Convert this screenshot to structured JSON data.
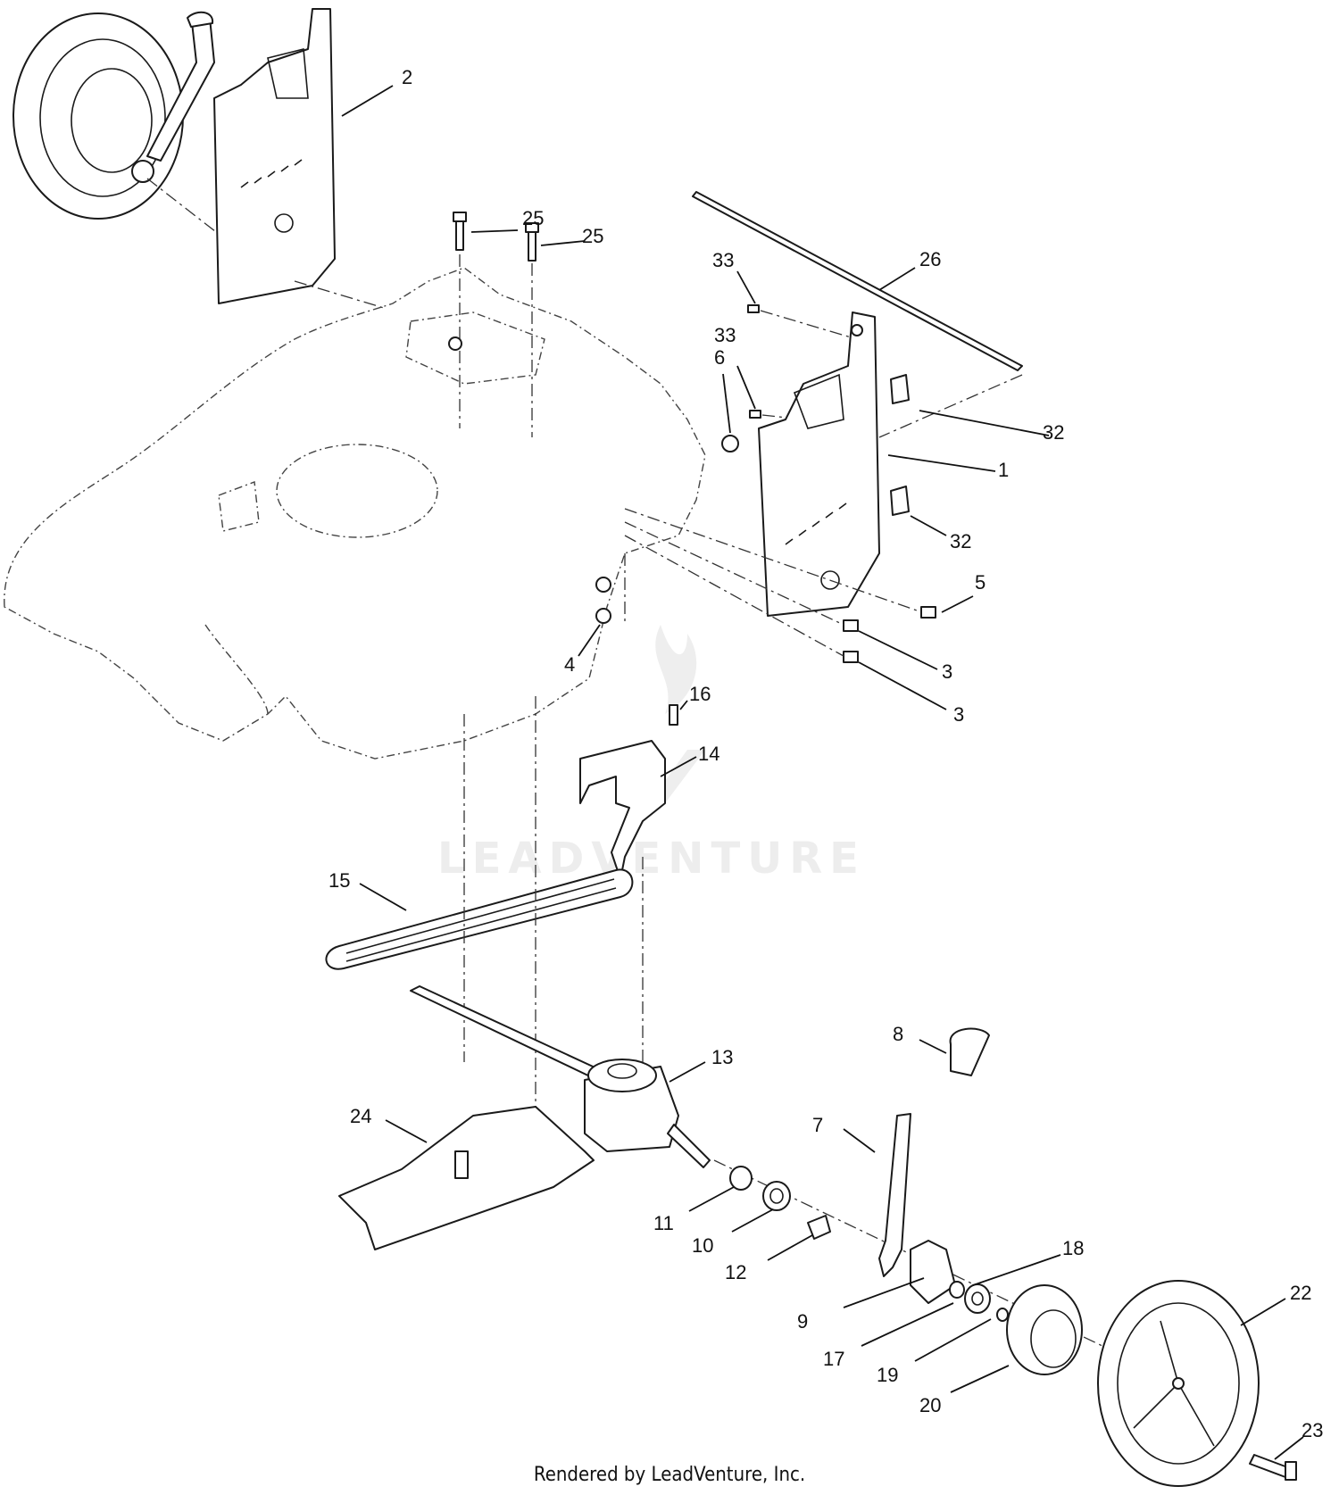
{
  "callouts": [
    {
      "label": "2"
    },
    {
      "label": "25"
    },
    {
      "label": "25"
    },
    {
      "label": "33"
    },
    {
      "label": "26"
    },
    {
      "label": "33"
    },
    {
      "label": "6"
    },
    {
      "label": "32"
    },
    {
      "label": "1"
    },
    {
      "label": "32"
    },
    {
      "label": "5"
    },
    {
      "label": "4"
    },
    {
      "label": "3"
    },
    {
      "label": "3"
    },
    {
      "label": "16"
    },
    {
      "label": "14"
    },
    {
      "label": "15"
    },
    {
      "label": "8"
    },
    {
      "label": "13"
    },
    {
      "label": "24"
    },
    {
      "label": "7"
    },
    {
      "label": "11"
    },
    {
      "label": "10"
    },
    {
      "label": "12"
    },
    {
      "label": "18"
    },
    {
      "label": "22"
    },
    {
      "label": "9"
    },
    {
      "label": "17"
    },
    {
      "label": "19"
    },
    {
      "label": "20"
    },
    {
      "label": "23"
    }
  ],
  "watermark": "LEADVENTURE",
  "credit": "Rendered by LeadVenture, Inc."
}
